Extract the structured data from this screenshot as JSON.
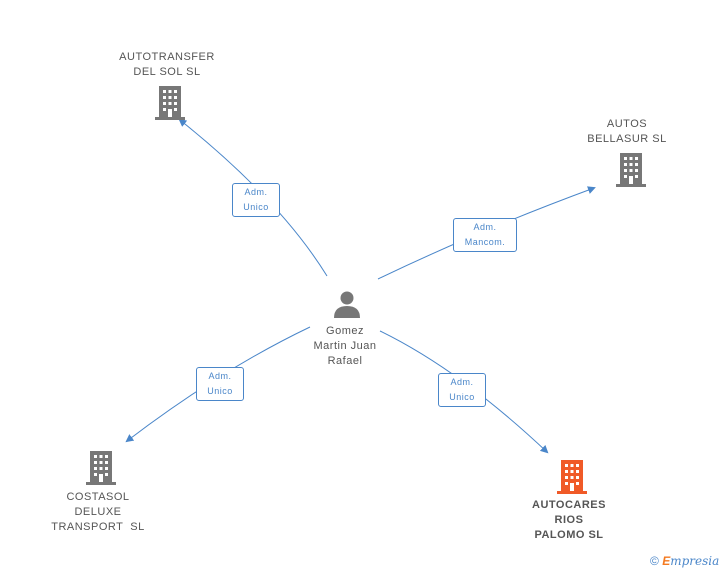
{
  "person": {
    "name_line1": "Gomez",
    "name_line2": "Martin Juan",
    "name_line3": "Rafael",
    "icon": "person-icon"
  },
  "companies": [
    {
      "id": "autotransfer",
      "line1": "AUTOTRANSFER",
      "line2": "DEL SOL SL",
      "line3": "",
      "icon": "building-icon",
      "color": "#777777"
    },
    {
      "id": "autos",
      "line1": "AUTOS",
      "line2": "BELLASUR SL",
      "line3": "",
      "icon": "building-icon",
      "color": "#777777"
    },
    {
      "id": "costasol",
      "line1": "COSTASOL",
      "line2": "DELUXE",
      "line3": "TRANSPORT  SL",
      "icon": "building-icon",
      "color": "#777777"
    },
    {
      "id": "autocares",
      "line1": "AUTOCARES",
      "line2": "RIOS",
      "line3": "PALOMO SL",
      "icon": "building-icon",
      "color": "#f05a28"
    }
  ],
  "relations": [
    {
      "line1": "Adm.",
      "line2": "Unico"
    },
    {
      "line1": "Adm.",
      "line2": "Mancom."
    },
    {
      "line1": "Adm.",
      "line2": "Unico"
    },
    {
      "line1": "Adm.",
      "line2": "Unico"
    }
  ],
  "colors": {
    "edge": "#4a86c9",
    "building": "#777777",
    "building_highlight": "#f05a28"
  },
  "footer": {
    "copyright_symbol": "©",
    "brand_initial": "E",
    "brand_rest": "mpresia"
  }
}
